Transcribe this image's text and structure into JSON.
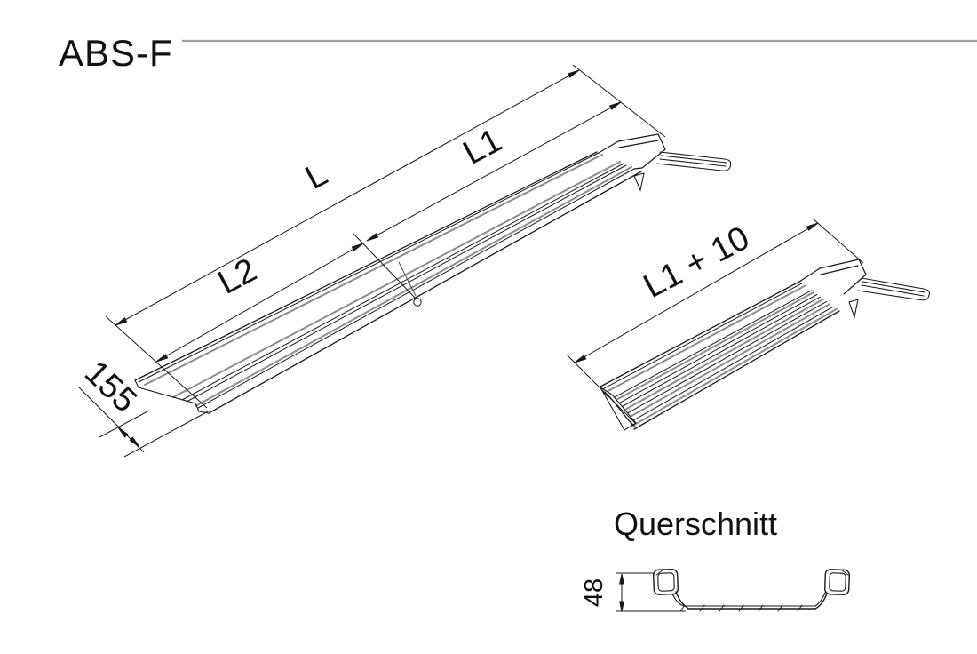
{
  "title": "ABS-F",
  "colors": {
    "line": "#1a1a1a",
    "accent_gray": "#8d8d8d",
    "rule_gray": "#9e9e9e",
    "background": "#ffffff"
  },
  "main_view": {
    "description": "isometric view of long ABS-F ramp profile with end cap",
    "dimensions": {
      "total_length": "L",
      "segment_right": "L1",
      "segment_left": "L2",
      "width": "155"
    }
  },
  "second_view": {
    "description": "isometric view of shorter mating profile with cut end",
    "dimensions": {
      "length": "L1 + 10"
    }
  },
  "cross_section": {
    "heading": "Querschnitt",
    "dimensions": {
      "height": "48"
    }
  }
}
